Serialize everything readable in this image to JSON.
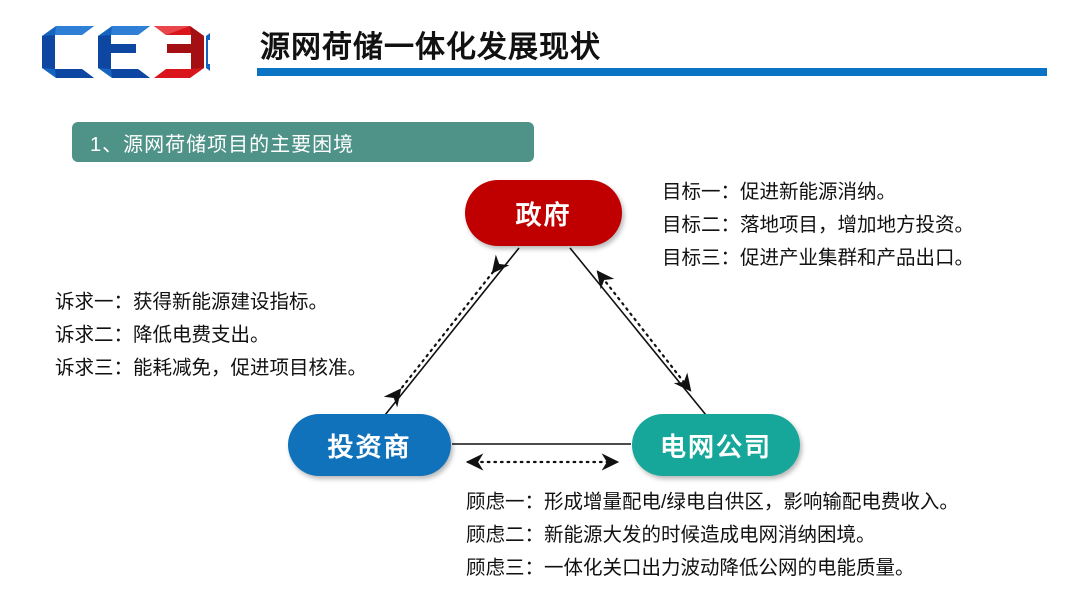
{
  "header": {
    "logo_name": "CEEC",
    "title": "源网荷储一体化发展现状",
    "divider_color": "#0b73c4"
  },
  "section": {
    "label": "1、源网荷储项目的主要困境",
    "bar_color": "#4f9388"
  },
  "diagram": {
    "nodes": [
      {
        "id": "government",
        "label": "政府",
        "color": "#c00000"
      },
      {
        "id": "investor",
        "label": "投资商",
        "color": "#1072bb"
      },
      {
        "id": "grid_company",
        "label": "电网公司",
        "color": "#16a79a"
      }
    ],
    "connectors": [
      {
        "from": "government",
        "to": "investor",
        "style": "solid"
      },
      {
        "from": "government",
        "to": "investor",
        "style": "dotted",
        "arrows": "both"
      },
      {
        "from": "government",
        "to": "grid_company",
        "style": "solid"
      },
      {
        "from": "government",
        "to": "grid_company",
        "style": "dotted",
        "arrows": "both"
      },
      {
        "from": "investor",
        "to": "grid_company",
        "style": "solid"
      },
      {
        "from": "investor",
        "to": "grid_company",
        "style": "dotted",
        "arrows": "both"
      }
    ]
  },
  "goals": {
    "lines": [
      "目标一：促进新能源消纳。",
      "目标二：落地项目，增加地方投资。",
      "目标三：促进产业集群和产品出口。"
    ]
  },
  "appeals": {
    "lines": [
      "诉求一：获得新能源建设指标。",
      "诉求二：降低电费支出。",
      "诉求三：能耗减免，促进项目核准。"
    ]
  },
  "concerns": {
    "lines": [
      "顾虑一：形成增量配电/绿电自供区，影响输配电费收入。",
      "顾虑二：新能源大发的时候造成电网消纳困境。",
      "顾虑三：一体化关口出力波动降低公网的电能质量。"
    ]
  }
}
